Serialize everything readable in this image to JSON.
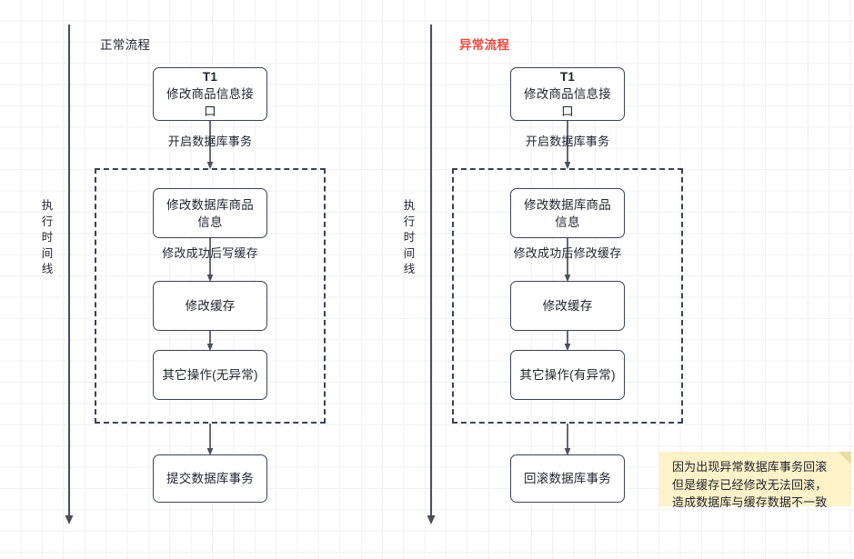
{
  "diagram": {
    "title_normal": "正常流程",
    "title_abnormal": "异常流程",
    "timeline_label_chars": [
      "执",
      "行",
      "时",
      "间",
      "线"
    ],
    "accent_error_color": "#e8493f",
    "node_border_color": "#3b4252",
    "note_bg_color": "#fdf2c8"
  },
  "normal_flow": {
    "entry": {
      "title": "T1",
      "subtitle": "修改商品信息接口"
    },
    "edge_begin_tx": "开启数据库事务",
    "group_nodes": [
      "修改数据库商品信息",
      "修改缓存",
      "其它操作(无异常)"
    ],
    "edge_after_db": "修改成功后写缓存",
    "end_node": "提交数据库事务"
  },
  "abnormal_flow": {
    "entry": {
      "title": "T1",
      "subtitle": "修改商品信息接口"
    },
    "edge_begin_tx": "开启数据库事务",
    "group_nodes": [
      "修改数据库商品信息",
      "修改缓存",
      "其它操作(有异常)"
    ],
    "edge_after_db": "修改成功后修改缓存",
    "end_node": "回滚数据库事务"
  },
  "note": {
    "lines": [
      "因为出现异常数据库事务回滚",
      "但是缓存已经修改无法回滚，",
      "造成数据库与缓存数据不一致"
    ]
  }
}
